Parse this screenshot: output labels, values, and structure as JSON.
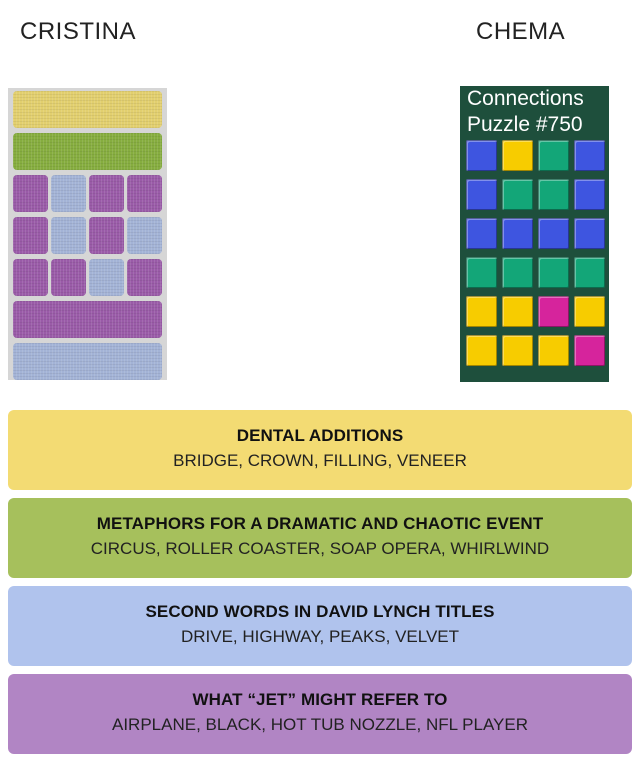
{
  "players": {
    "left": "CRISTINA",
    "right": "CHEMA"
  },
  "left_board": {
    "rows": [
      {
        "type": "solid",
        "cells": [
          "yellow"
        ]
      },
      {
        "type": "solid",
        "cells": [
          "green"
        ]
      },
      {
        "type": "split",
        "cells": [
          "purple",
          "blue",
          "purple",
          "purple"
        ]
      },
      {
        "type": "split",
        "cells": [
          "purple",
          "blue",
          "purple",
          "blue"
        ]
      },
      {
        "type": "split",
        "cells": [
          "purple",
          "purple",
          "blue",
          "purple"
        ]
      },
      {
        "type": "solid",
        "cells": [
          "purple"
        ]
      },
      {
        "type": "solid",
        "cells": [
          "blue"
        ]
      }
    ]
  },
  "right_board": {
    "title_line1": "Connections",
    "title_line2": "Puzzle #750",
    "rows": [
      [
        "blue",
        "yellow",
        "green",
        "blue"
      ],
      [
        "blue",
        "green",
        "green",
        "blue"
      ],
      [
        "blue",
        "blue",
        "blue",
        "blue"
      ],
      [
        "green",
        "green",
        "green",
        "green"
      ],
      [
        "yellow",
        "yellow",
        "purple",
        "yellow"
      ],
      [
        "yellow",
        "yellow",
        "yellow",
        "purple"
      ]
    ]
  },
  "answers": [
    {
      "title": "DENTAL ADDITIONS",
      "words": "BRIDGE, CROWN, FILLING, VENEER",
      "color": "#f3db73"
    },
    {
      "title": "METAPHORS FOR A DRAMATIC AND CHAOTIC EVENT",
      "words": "CIRCUS, ROLLER COASTER, SOAP OPERA, WHIRLWIND",
      "color": "#a6c05c"
    },
    {
      "title": "SECOND WORDS IN DAVID LYNCH TITLES",
      "words": "DRIVE, HIGHWAY, PEAKS, VELVET",
      "color": "#b0c3ed"
    },
    {
      "title": "WHAT “JET” MIGHT REFER TO",
      "words": "AIRPLANE, BLACK, HOT TUB NOZZLE, NFL PLAYER",
      "color": "#b185c4"
    }
  ],
  "colors": {
    "left": {
      "yellow": "#e2cf6e",
      "green": "#86ad3f",
      "purple": "#9a5ba8",
      "blue": "#a3b3d6"
    },
    "right": {
      "yellow": "#f7cc00",
      "green": "#13a678",
      "blue": "#3e55e0",
      "purple": "#d6249c"
    }
  }
}
